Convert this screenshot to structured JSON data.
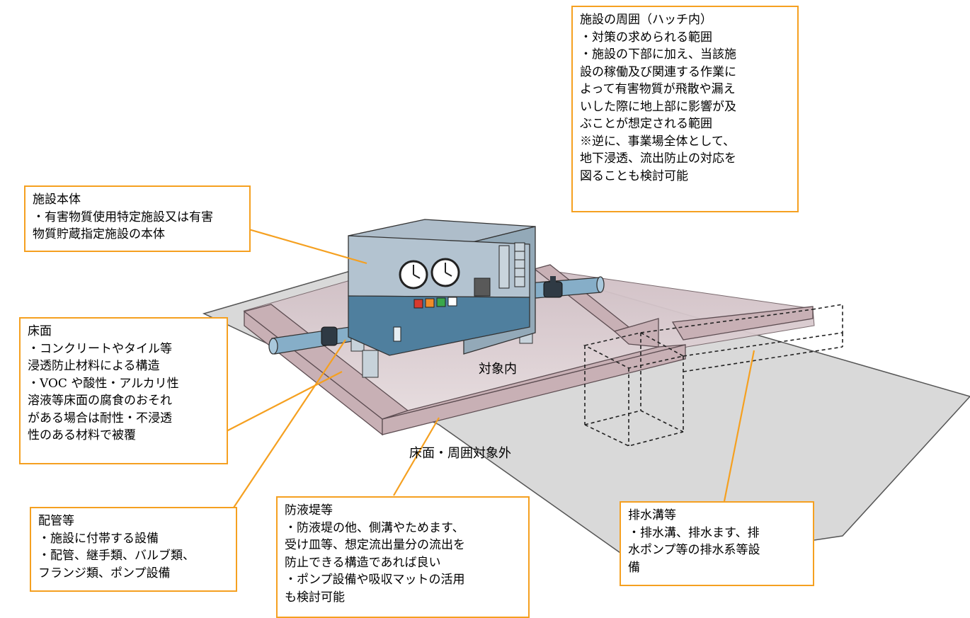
{
  "labels": {
    "inner": "対象内",
    "outer": "床面・周囲対象外"
  },
  "boxes": {
    "surroundings": {
      "lines": [
        "施設の周囲（ハッチ内）",
        "・対策の求められる範囲",
        "・施設の下部に加え、当該施",
        "設の稼働及び関連する作業に",
        "よって有害物質が飛散や漏え",
        "いした際に地上部に影響が及",
        "ぶことが想定される範囲",
        "※逆に、事業場全体として、",
        "地下浸透、流出防止の対応を",
        "図ることも検討可能"
      ]
    },
    "facility": {
      "lines": [
        "施設本体",
        "・有害物質使用特定施設又は有害",
        "物質貯蔵指定施設の本体"
      ]
    },
    "floor": {
      "lines": [
        "床面",
        "・コンクリートやタイル等",
        "浸透防止材料による構造",
        "・VOC や酸性・アルカリ性",
        "溶液等床面の腐食のおそれ",
        "がある場合は耐性・不浸透",
        "性のある材料で被覆"
      ]
    },
    "piping": {
      "lines": [
        "配管等",
        "・施設に付帯する設備",
        "・配管、継手類、バルブ類、",
        "フランジ類、ポンプ設備"
      ]
    },
    "dike": {
      "lines": [
        "防液堤等",
        "・防液堤の他、側溝やためます、",
        "受け皿等、想定流出量分の流出を",
        "防止できる構造であれば良い",
        "・ポンプ設備や吸収マットの活用",
        "も検討可能"
      ]
    },
    "drain": {
      "lines": [
        "排水溝等",
        "・排水溝、排水ます、排",
        "水ポンプ等の排水系等設",
        "備"
      ]
    }
  },
  "colors": {
    "callout_border": "#f5a020",
    "ground": "#d9d9d9",
    "target_area": "#d8c6ca",
    "curb": "#c8b0b5",
    "machine_top": "#aebdca",
    "machine_front_upper": "#b3c3d0",
    "machine_front_lower": "#4f7f9e",
    "pipe": "#86aec8"
  },
  "indicator_colors": [
    "#d83a2e",
    "#f08c2a",
    "#3aa84a",
    "#ffffff"
  ]
}
